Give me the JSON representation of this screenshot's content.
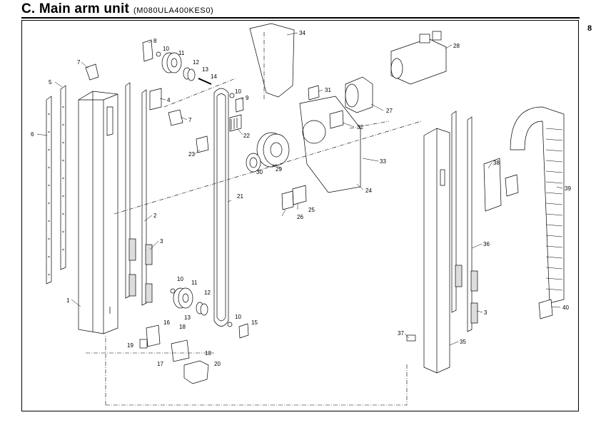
{
  "header": {
    "title": "C. Main arm unit",
    "model_code": "(M080ULA400KES0)",
    "page_number": "8"
  },
  "callouts": [
    "1",
    "2",
    "3",
    "3",
    "4",
    "5",
    "6",
    "7",
    "7",
    "8",
    "9",
    "10",
    "10",
    "10",
    "10",
    "11",
    "11",
    "12",
    "12",
    "13",
    "13",
    "14",
    "15",
    "16",
    "17",
    "18",
    "18",
    "19",
    "20",
    "21",
    "22",
    "23",
    "24",
    "25",
    "26",
    "27",
    "28",
    "29",
    "30",
    "31",
    "32",
    "33",
    "34",
    "35",
    "36",
    "37",
    "38",
    "39",
    "40"
  ]
}
